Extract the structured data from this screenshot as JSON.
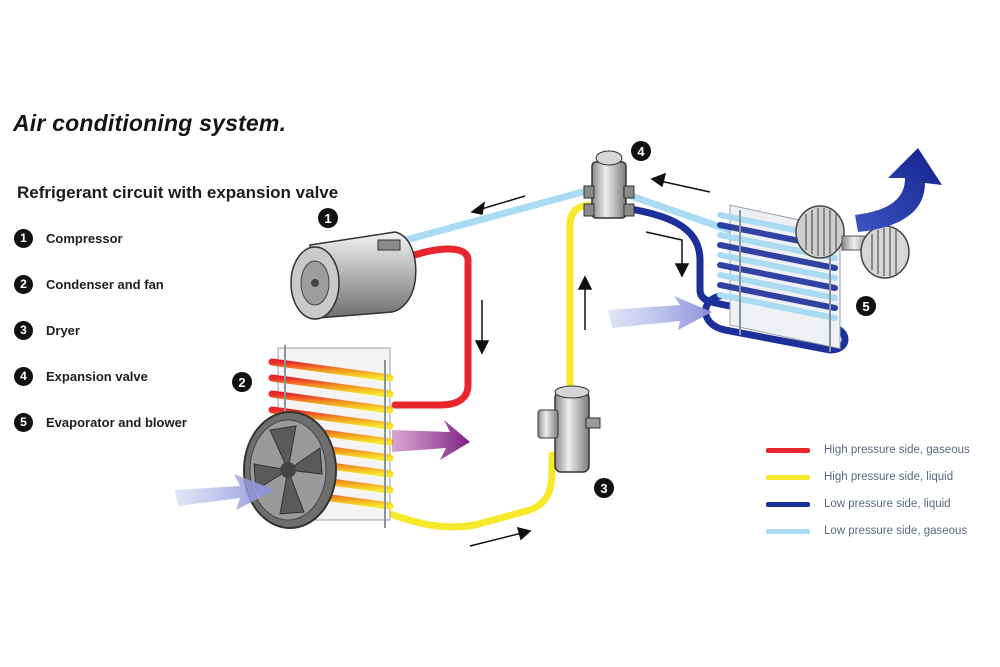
{
  "title": "Air conditioning system.",
  "subtitle": "Refrigerant circuit with expansion valve",
  "components": [
    {
      "number": "1",
      "label": "Compressor"
    },
    {
      "number": "2",
      "label": "Condenser and fan"
    },
    {
      "number": "3",
      "label": "Dryer"
    },
    {
      "number": "4",
      "label": "Expansion valve"
    },
    {
      "number": "5",
      "label": "Evaporator and blower"
    }
  ],
  "legend": [
    {
      "label": "High pressure side, gaseous",
      "color": "#e8262b"
    },
    {
      "label": "High pressure side, liquid",
      "color": "#f7e82a"
    },
    {
      "label": "Low pressure side, liquid",
      "color": "#1d2f9a"
    },
    {
      "label": "Low pressure side, gaseous",
      "color": "#a9dcf2"
    }
  ],
  "colors": {
    "hp_gas": "#e8262b",
    "hp_liquid": "#f7e82a",
    "lp_liquid": "#1d2f9a",
    "lp_gas": "#a9dcf2",
    "air_in": "#9a9fe0",
    "air_hot": "#8c2a93",
    "air_cold": "#1b2f9e"
  },
  "icons": {
    "compressor": "compressor-icon",
    "condenser": "condenser-icon",
    "fan": "fan-icon",
    "dryer": "dryer-icon",
    "valve": "expansion-valve-icon",
    "evaporator": "evaporator-icon",
    "blower": "blower-icon"
  }
}
